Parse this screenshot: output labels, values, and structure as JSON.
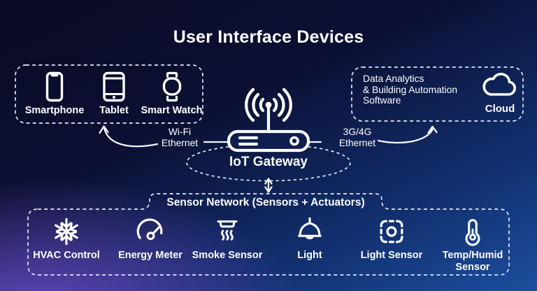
{
  "title": "User Interface Devices",
  "colors": {
    "foreground": "#ffffff",
    "background_top": "#0a0a23",
    "background_bottom_right": "#1c4f9e",
    "background_bottom_left_glow": "#7c52d9"
  },
  "ui_devices": {
    "items": [
      {
        "icon": "smartphone-icon",
        "label": "Smartphone"
      },
      {
        "icon": "tablet-icon",
        "label": "Tablet"
      },
      {
        "icon": "smart-watch-icon",
        "label": "Smart Watch"
      }
    ]
  },
  "cloud": {
    "lines": [
      "Data Analytics",
      "& Building Automation",
      "Software"
    ],
    "label": "Cloud"
  },
  "gateway": {
    "label": "IoT Gateway"
  },
  "connections": {
    "left": [
      "Wi-Fi",
      "Ethernet"
    ],
    "right": [
      "3G/4G",
      "Ethernet"
    ]
  },
  "sensor_network": {
    "title": "Sensor Network (Sensors + Actuators)",
    "items": [
      {
        "icon": "snowflake-icon",
        "label": "HVAC Control"
      },
      {
        "icon": "gauge-icon",
        "label": "Energy Meter"
      },
      {
        "icon": "smoke-detector-icon",
        "label": "Smoke Sensor"
      },
      {
        "icon": "lamp-icon",
        "label": "Light"
      },
      {
        "icon": "light-sensor-icon",
        "label": "Light Sensor"
      },
      {
        "icon": "thermometer-icon",
        "label": "Temp/Humid Sensor"
      }
    ]
  }
}
